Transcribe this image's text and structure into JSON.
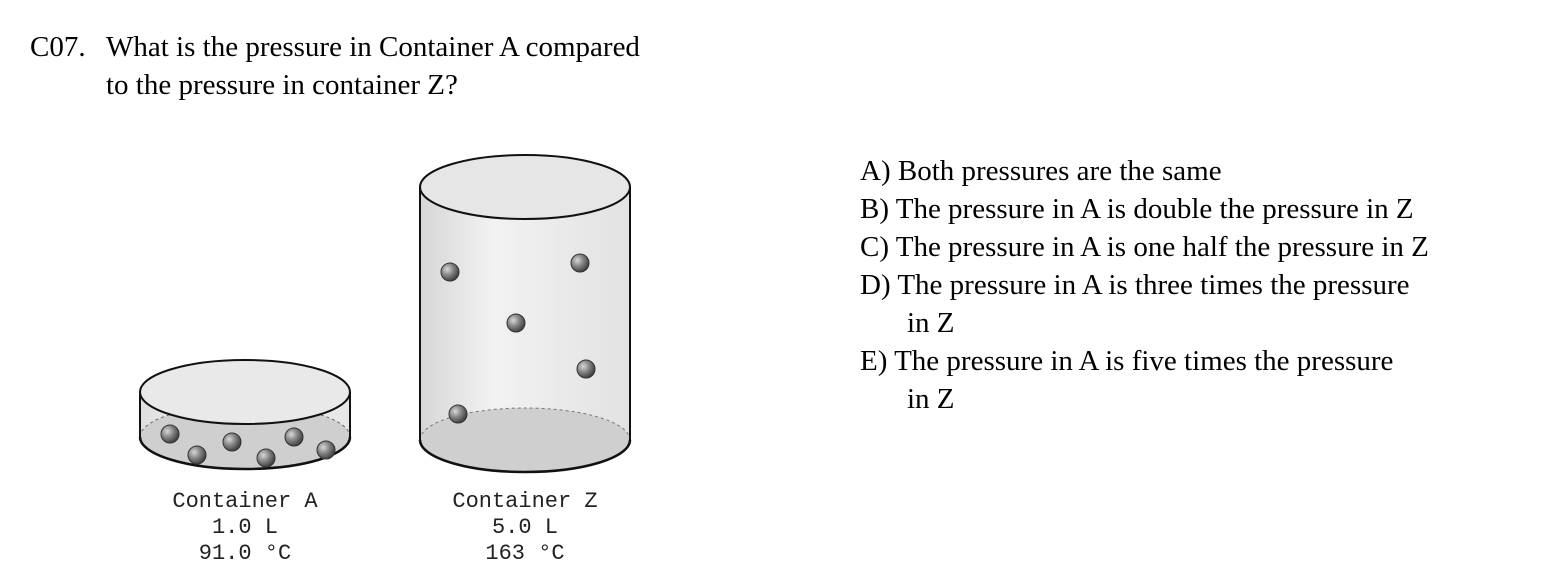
{
  "question": {
    "number": "C07.",
    "line1": "What is the pressure in Container A compared",
    "line2": "to the pressure in container Z?"
  },
  "containers": [
    {
      "name": "Container A",
      "volume": "1.0 L",
      "temperature": "91.0 °C"
    },
    {
      "name": "Container Z",
      "volume": "5.0 L",
      "temperature": "163 °C"
    }
  ],
  "choices": [
    {
      "line1": "A) Both pressures are the same",
      "line2": ""
    },
    {
      "line1": "B) The pressure in A is double the pressure in Z",
      "line2": ""
    },
    {
      "line1": "C) The pressure in A is one half the pressure in Z",
      "line2": ""
    },
    {
      "line1": "D) The pressure in A is three times the pressure",
      "line2": "in Z"
    },
    {
      "line1": "E) The pressure in A is five times the pressure",
      "line2": "in Z"
    }
  ]
}
